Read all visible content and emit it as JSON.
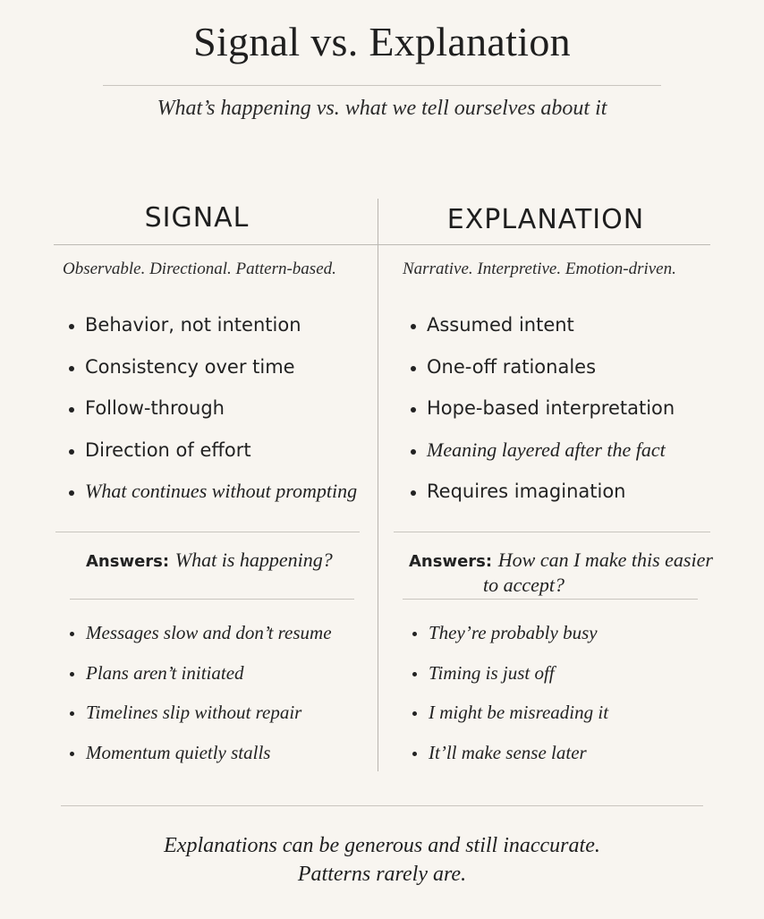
{
  "title": "Signal vs. Explanation",
  "subtitle": "What’s happening vs. what we tell ourselves about it",
  "signal": {
    "heading": "SIGNAL",
    "tagline": "Observable. Directional. Pattern-based.",
    "items": [
      "Behavior, not intention",
      "Consistency over time",
      "Follow-through",
      "Direction of effort",
      "What continues without prompting"
    ],
    "answers_label": "Answers:",
    "answers_question": "What is happening?",
    "examples": [
      "Messages slow and don’t resume",
      "Plans aren’t initiated",
      "Timelines slip without repair",
      "Momentum quietly stalls"
    ]
  },
  "explanation": {
    "heading": "EXPLANATION",
    "tagline": "Narrative. Interpretive. Emotion-driven.",
    "items": [
      "Assumed intent",
      "One-off rationales",
      "Hope-based interpretation",
      "Meaning layered after the fact",
      "Requires imagination"
    ],
    "answers_label": "Answers:",
    "answers_question_line1": "How can I make this easier",
    "answers_question_line2": "to accept?",
    "examples": [
      "They’re probably busy",
      "Timing is just off",
      "I might be misreading it",
      "It’ll make sense later"
    ]
  },
  "footer": {
    "line1": "Explanations can be generous and still inaccurate.",
    "line2": "Patterns rarely are."
  }
}
